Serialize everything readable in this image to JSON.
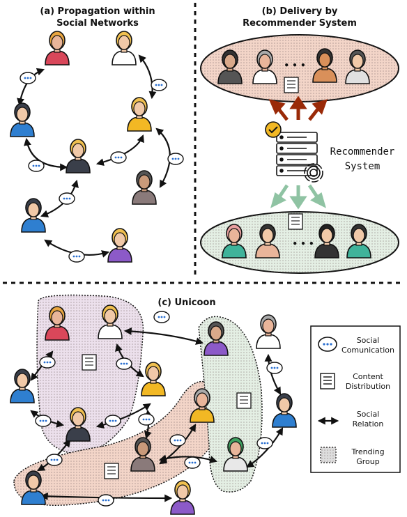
{
  "panel_a": {
    "title_line1": "(a) Propagation within",
    "title_line2": "Social Networks"
  },
  "panel_b": {
    "title_line1": "(b) Delivery by",
    "title_line2": "Recommender System",
    "system_line1": "Recommender",
    "system_line2": "System",
    "ellipsis": "• • •"
  },
  "panel_c": {
    "title": "(c) Unicoon"
  },
  "legend": {
    "comm_line1": "Social",
    "comm_line2": "Comunication",
    "content_line1": "Content",
    "content_line2": "Distribution",
    "relation_line1": "Social",
    "relation_line2": "Relation",
    "group_line1": "Trending",
    "group_line2": "Group"
  },
  "colors": {
    "top_arrows": "#9a2a08",
    "bottom_arrows": "#8fc3a3",
    "pink_group": "#ece0ec",
    "red_group": "#f3d5c8",
    "green_group": "#e4efe4"
  },
  "icons": [
    "person-icon",
    "chat-bubble-icon",
    "newspaper-icon",
    "server-icon",
    "fingerprint-icon",
    "check-badge-icon",
    "double-arrow-icon"
  ]
}
